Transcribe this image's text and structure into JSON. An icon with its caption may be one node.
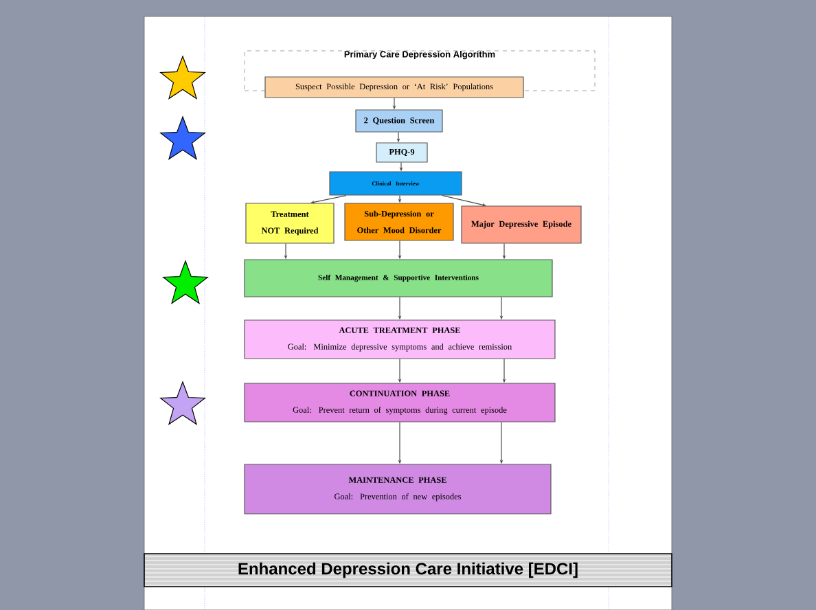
{
  "diagram": {
    "nodes": [
      {
        "text": [
          "Primary Care Depression Algorithm"
        ]
      },
      {
        "text": [
          "Suspect Possible Depression or ‘At Risk’ Populations"
        ]
      },
      {
        "text": [
          "2 Question Screen"
        ]
      },
      {
        "text": [
          "PHQ-9"
        ]
      },
      {
        "text": [
          "Clinical Interview"
        ]
      },
      {
        "text": [
          "Treatment NOT Required"
        ]
      },
      {
        "text": [
          "Sub-Depression or Other Mood Disorder"
        ]
      },
      {
        "text": [
          "Major Depressive Episode"
        ]
      },
      {
        "text": [
          "Self Management & Supportive Interventions"
        ]
      },
      {
        "text": [
          "ACUTE TREATMENT PHASE",
          "Goal: Minimize depressive symptoms and achieve remission"
        ]
      },
      {
        "text": [
          "CONTINUATION PHASE",
          "Goal: Prevent return of symptoms during current episode"
        ]
      },
      {
        "text": [
          "MAINTENANCE PHASE",
          "Goal: Prevention of new episodes"
        ]
      },
      {
        "text": [
          "Enhanced Depression Care Initiative [EDCI]"
        ]
      }
    ],
    "edges": [
      {
        "from": 1,
        "to": 2,
        "arrow": "to"
      },
      {
        "from": 2,
        "to": 3,
        "arrow": "to"
      },
      {
        "from": 3,
        "to": 4,
        "arrow": "to"
      },
      {
        "from": 4,
        "to": 5,
        "arrow": "to"
      },
      {
        "from": 4,
        "to": 6,
        "arrow": "to"
      },
      {
        "from": 4,
        "to": 7,
        "arrow": "to"
      },
      {
        "from": 5,
        "to": 8,
        "arrow": "to"
      },
      {
        "from": 6,
        "to": 8,
        "arrow": "to"
      },
      {
        "from": 7,
        "to": 8,
        "arrow": "to"
      },
      {
        "from": 8,
        "to": 9,
        "arrow": "to"
      },
      {
        "from": 8,
        "to": 9,
        "arrow": "to"
      },
      {
        "from": 9,
        "to": 10,
        "arrow": "to"
      },
      {
        "from": 9,
        "to": 10,
        "arrow": "to"
      },
      {
        "from": 10,
        "to": 11,
        "arrow": "to"
      },
      {
        "from": 10,
        "to": 11,
        "arrow": "to"
      }
    ]
  }
}
